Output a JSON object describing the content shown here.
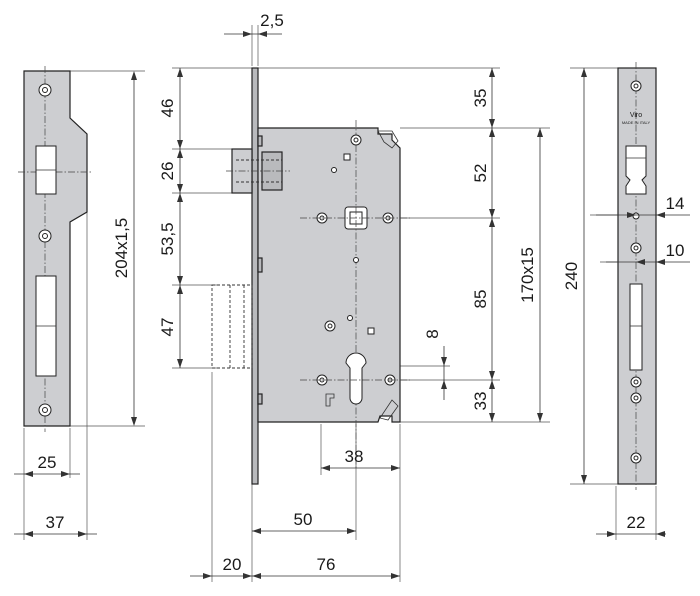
{
  "dimensions": {
    "thickness": "2,5",
    "top_46": "46",
    "latch_26": "26",
    "gap_53_5": "53,5",
    "bolt_47": "47",
    "faceplate_length": "204x1,5",
    "faceplate_width_25": "25",
    "faceplate_width_37": "37",
    "top_35": "35",
    "spacing_52": "52",
    "spacing_85": "85",
    "spacing_33": "33",
    "height_170x15": "170x15",
    "cylinder_8": "8",
    "width_38": "38",
    "backset_50": "50",
    "offset_20": "20",
    "case_76": "76",
    "strike_length_240": "240",
    "strike_14": "14",
    "strike_10": "10",
    "strike_width_22": "22"
  },
  "strike_marking": {
    "brand": "Viro",
    "origin": "MADE IN ITALY"
  }
}
